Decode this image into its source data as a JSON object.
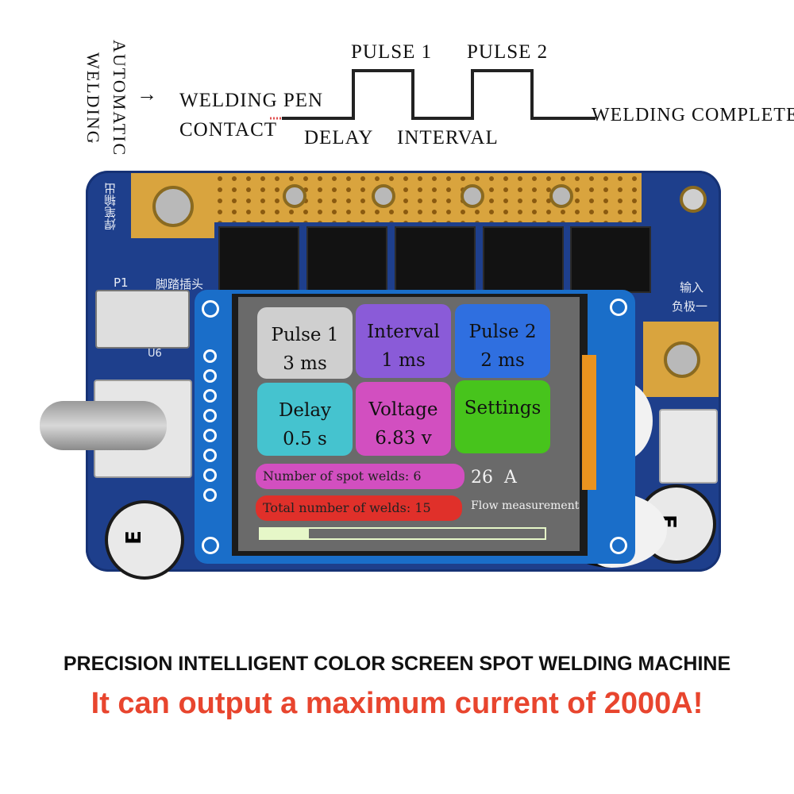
{
  "timing": {
    "automatic": "AUTOMATIC",
    "welding": "WELDING",
    "pen_contact_line1": "WELDING PEN",
    "pen_contact_line2": "CONTACT",
    "delay": "DELAY",
    "pulse1": "PULSE 1",
    "interval": "INTERVAL",
    "pulse2": "PULSE 2",
    "completed": "WELDING COMPLETED"
  },
  "board": {
    "output_label": "焊笔输出",
    "p1_label": "P1",
    "pedal_label": "脚踏插头",
    "u6_label": "U6",
    "input_label_line1": "输入",
    "input_label_line2": "负极一"
  },
  "lcd": {
    "pulse1": {
      "title": "Pulse 1",
      "value": "3 ms"
    },
    "interval": {
      "title": "Interval",
      "value": "1 ms"
    },
    "pulse2": {
      "title": "Pulse 2",
      "value": "2 ms"
    },
    "delay": {
      "title": "Delay",
      "value": "0.5 s"
    },
    "voltage": {
      "title": "Voltage",
      "value": "6.83 v"
    },
    "settings": {
      "title": "Settings"
    },
    "spot_welds": "Number of spot welds: 6",
    "total_welds": "Total number of welds: 15",
    "current": "26  A",
    "flow": "Flow measurement",
    "progress": 0.17
  },
  "headline": "PRECISION INTELLIGENT COLOR SCREEN SPOT WELDING MACHINE",
  "subheadline": "It can output a maximum current of 2000A!",
  "colors": {
    "board": "#1e3f8c",
    "pulse1": "#cfcfcf",
    "interval": "#8a5bd8",
    "pulse2": "#2f6fe0",
    "delay": "#45c3cf",
    "voltage": "#d24fc0",
    "settings": "#47c41c",
    "spot_pill": "#d24fc0",
    "total_pill": "#e0302a",
    "subheadline": "#e8452e"
  }
}
